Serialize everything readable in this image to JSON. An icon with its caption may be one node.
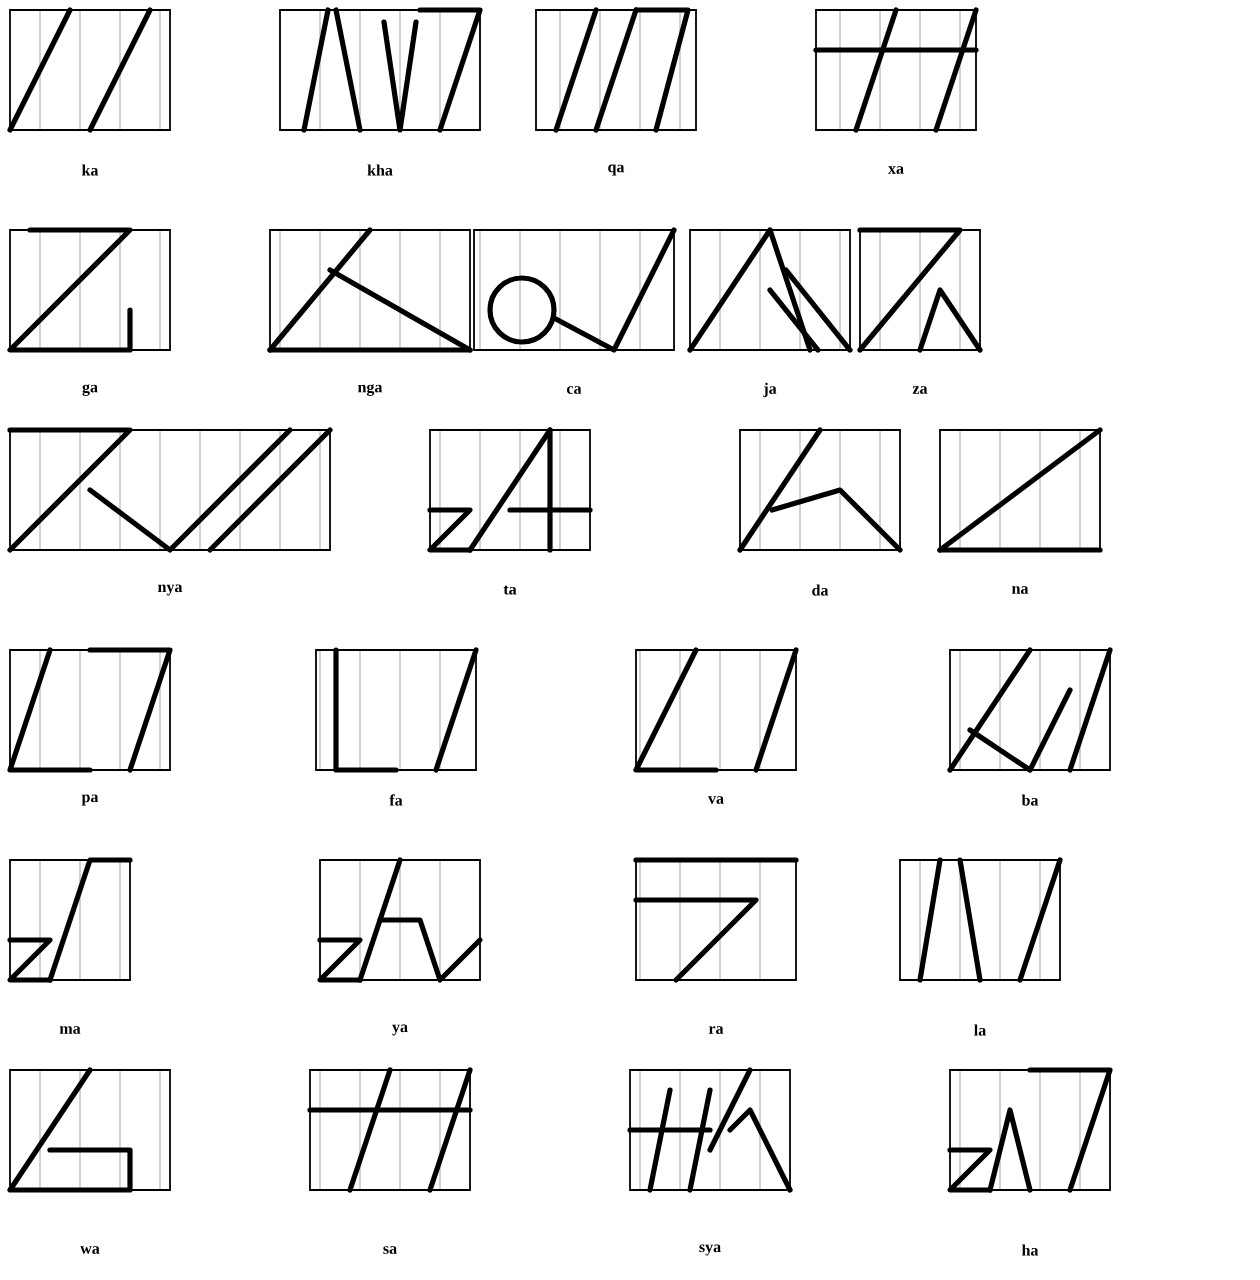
{
  "diagram": {
    "labels": [
      "ka",
      "kha",
      "qa",
      "xa",
      "ga",
      "nga",
      "ca",
      "ja",
      "za",
      "nya",
      "ta",
      "da",
      "na",
      "pa",
      "fa",
      "va",
      "ba",
      "ma",
      "ya",
      "ra",
      "la",
      "wa",
      "sa",
      "sya",
      "ha"
    ]
  }
}
